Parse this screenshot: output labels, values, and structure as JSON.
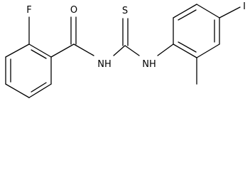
{
  "molecule": {
    "atoms": {
      "fluorine": "F",
      "oxygen": "O",
      "sulfur": "S",
      "amide_nh": "NH",
      "thiourea_nh": "NH",
      "iodine": "I"
    }
  },
  "colors": {
    "ink": "#000000",
    "background": "#ffffff"
  }
}
